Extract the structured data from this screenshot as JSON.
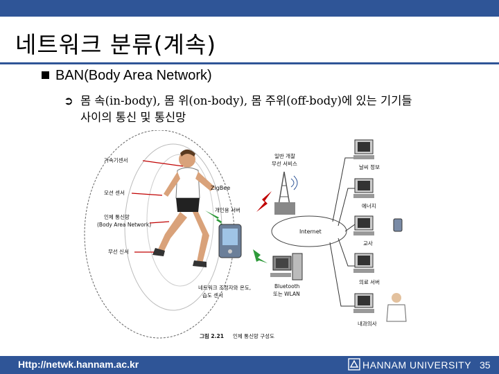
{
  "slide": {
    "title": "네트워크 분류(계속)",
    "bullet_main": "BAN(Body Area Network)",
    "bullet_sub_line1": "몸 속(in-body), 몸 위(on-body), 몸 주위(off-body)에 있는 기기들",
    "bullet_sub_line2": "사이의 통신 및 통신망"
  },
  "figure": {
    "labels": {
      "heart_sensor": "가속기센서",
      "motion_sensor": "모션 센서",
      "human_network": "인체 통신망",
      "body_area_network": "(Body Area Network)",
      "action_sensor": "무선 신서",
      "zigbee": "ZigBee",
      "personal_server": "개인용 서버",
      "network_coord": "네트워크 조정자와 온도,",
      "humidity_sensor": "습도 센서",
      "bluetooth": "Bluetooth",
      "wlan": "또는 WLAN",
      "mobile_service": "일반 개찰",
      "wireless_service": "무선 서비스",
      "internet": "Internet",
      "weather_info": "날씨 정보",
      "energy": "에너지",
      "hospital": "교사",
      "medical_server": "의료 서버",
      "doctor": "내과의사"
    },
    "caption_prefix": "그림 2.21",
    "caption_text": "인체 통신망 구성도"
  },
  "footer": {
    "url": "Http://netwk.hannam.ac.kr",
    "university": "HANNAM UNIVERSITY",
    "page": "35"
  },
  "colors": {
    "bar": "#2f5597",
    "zigbee_arrow": "#c00000",
    "green_arrow": "#2e9a3a"
  }
}
